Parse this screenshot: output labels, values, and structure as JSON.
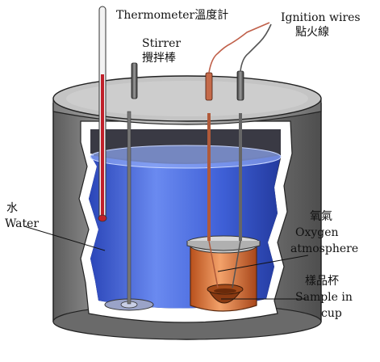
{
  "labels": {
    "thermometer": "Thermometer溫度計",
    "stirrer_en": "Stirrer",
    "stirrer_zh": "攪拌棒",
    "ignition_en": "Ignition wires",
    "ignition_zh": "點火線",
    "water_zh": "水",
    "water_en": "Water",
    "oxygen_zh": "氧氣",
    "oxygen_en1": "Oxygen",
    "oxygen_en2": "atmosphere",
    "sample_zh": "樣品杯",
    "sample_en1": "Sample in",
    "sample_en2": "cup"
  },
  "colors": {
    "outer_wall": "#8c8c8c",
    "lid": "#b5b5b5",
    "water": "#3d5fcf",
    "water_light": "#6f8ff0",
    "bomb": "#e07a3c",
    "thermometer_fluid": "#c0202a",
    "wire": "#c0604a"
  }
}
